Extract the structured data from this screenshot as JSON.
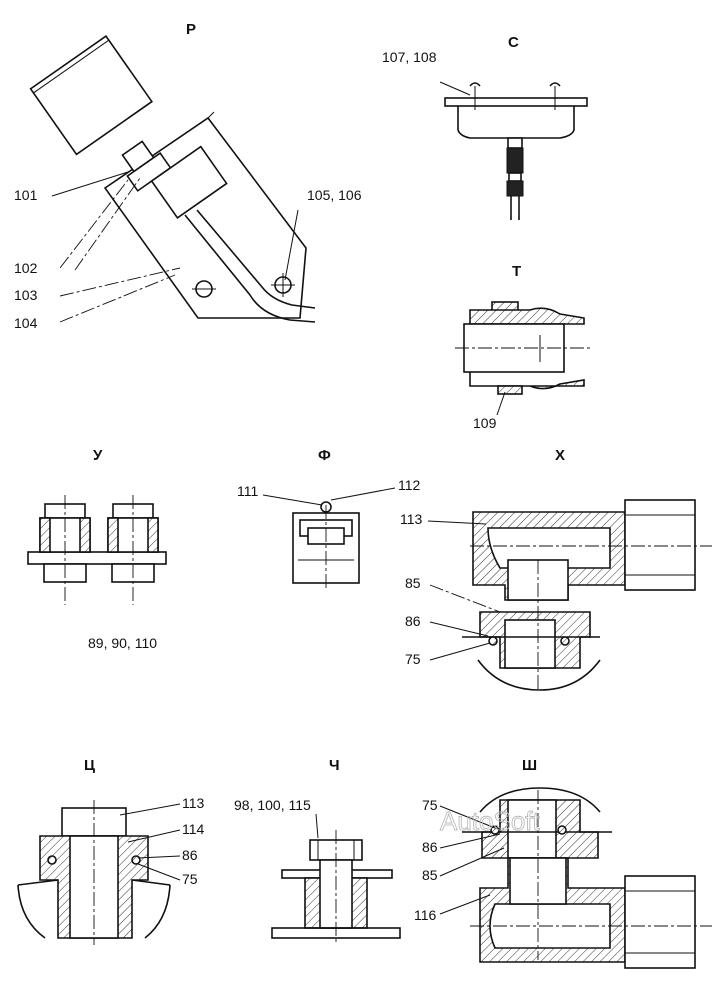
{
  "views": {
    "p": {
      "title": "Р",
      "labels": [
        "101",
        "102",
        "103",
        "104",
        "105, 106"
      ]
    },
    "s": {
      "title": "С",
      "labels": [
        "107, 108"
      ]
    },
    "t": {
      "title": "Т",
      "labels": [
        "109"
      ]
    },
    "u": {
      "title": "У",
      "labels": [
        "89, 90, 110"
      ]
    },
    "f": {
      "title": "Ф",
      "labels": [
        "111",
        "112"
      ]
    },
    "kh": {
      "title": "Х",
      "labels": [
        "113",
        "85",
        "86",
        "75"
      ]
    },
    "ts": {
      "title": "Ц",
      "labels": [
        "113",
        "114",
        "86",
        "75"
      ]
    },
    "ch": {
      "title": "Ч",
      "labels": [
        "98, 100, 115"
      ]
    },
    "sh": {
      "title": "Ш",
      "labels": [
        "75",
        "86",
        "85",
        "116"
      ]
    }
  },
  "watermark": "AutoSoft"
}
